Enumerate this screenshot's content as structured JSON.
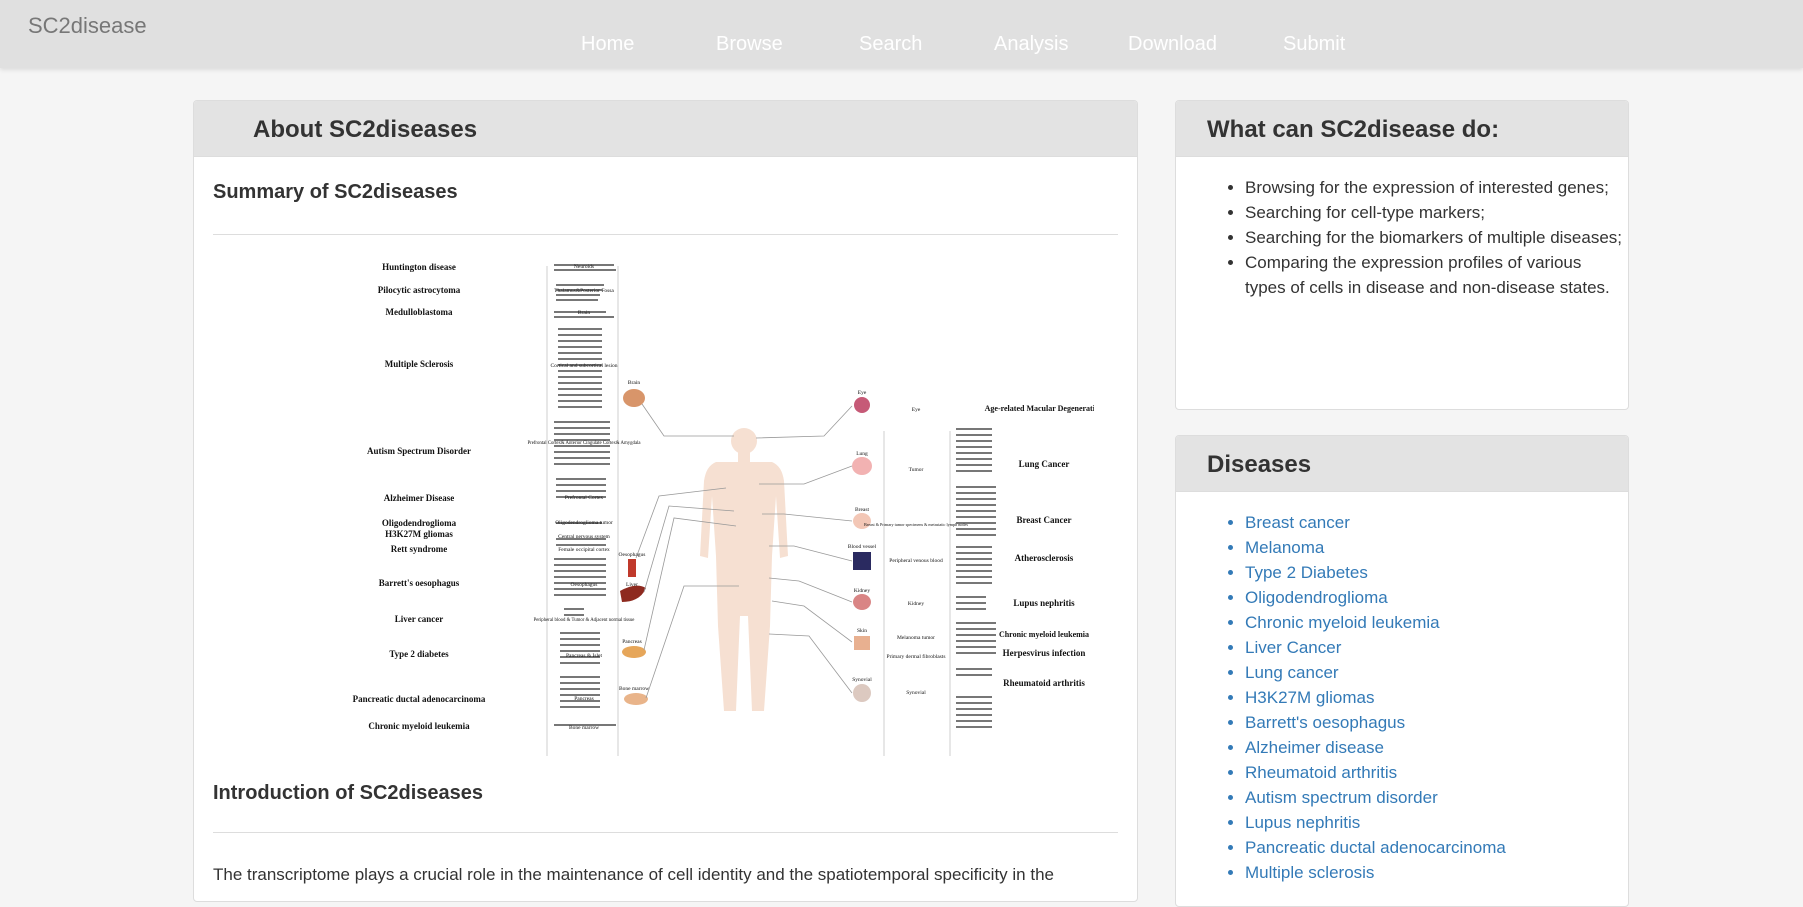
{
  "brand": "SC2disease",
  "nav": [
    "Home",
    "Browse",
    "Search",
    "Analysis",
    "Download",
    "Submit"
  ],
  "about": {
    "heading": "About SC2diseases",
    "summary_title": "Summary of SC2diseases",
    "intro_title": "Introduction of SC2diseases",
    "intro_text": "The transcriptome plays a crucial role in the maintenance of cell identity and the spatiotemporal specificity in the"
  },
  "figure": {
    "left_diseases": [
      "Huntington disease",
      "Pilocytic astrocytoma",
      "Medulloblastoma",
      "Multiple Sclerosis",
      "Autism Spectrum Disorder",
      "Alzheimer Disease",
      "Oligodendroglioma",
      "H3K27M gliomas",
      "Rett syndrome",
      "Barrett's oesophagus",
      "Liver cancer",
      "Type 2 diabetes",
      "Pancreatic ductal adenocarcinoma",
      "Chronic myeloid leukemia"
    ],
    "left_tissues": [
      "Neuroids",
      "Thalamus&Posterior Fossa",
      "Brain",
      "Cortical and subcortical lesion",
      "Prefrontal Cortex& Anterior Cingulate Cortex& Amygdala",
      "Prefrontal Cortex",
      "Oligodendroglioma tumor",
      "Central nervous system",
      "Female occipital cortex",
      "Oesophagus",
      "Peripheral blood & Tumor & Adjacent normal tissue",
      "Pancreas & Islet",
      "Pancreas",
      "Bone marrow"
    ],
    "left_organs": [
      "Brain",
      "Oesophagus",
      "Liver",
      "Pancreas",
      "Bone marrow"
    ],
    "right_organs": [
      "Eye",
      "Lung",
      "Breast",
      "Blood vessel",
      "Kidney",
      "Skin",
      "Synovial"
    ],
    "right_tissues": [
      "Eye",
      "Tumor",
      "Breast & Primary tumor specimens & metastatic lymph nodes",
      "Peripheral venous blood",
      "Kidney",
      "Melanoma tumor",
      "Primary dermal fibroblasts",
      "Synovial"
    ],
    "right_diseases": [
      "Age-related Macular Degeneration",
      "Lung Cancer",
      "Breast Cancer",
      "Atherosclerosis",
      "Lupus nephritis",
      "Chronic myeloid leukemia",
      "Herpesvirus infection",
      "Rheumatoid arthritis"
    ]
  },
  "whatcan": {
    "heading": "What can SC2disease do:",
    "items": [
      "Browsing for the expression of interested genes;",
      "Searching for cell-type markers;",
      "Searching for the biomarkers of multiple diseases;",
      "Comparing the expression profiles of various types of cells in disease and non-disease states."
    ]
  },
  "diseases": {
    "heading": "Diseases",
    "items": [
      "Breast cancer",
      "Melanoma",
      "Type 2 Diabetes",
      "Oligodendroglioma",
      "Chronic myeloid leukemia",
      "Liver Cancer",
      "Lung cancer",
      "H3K27M gliomas",
      "Barrett's oesophagus",
      "Alzheimer disease",
      "Rheumatoid arthritis",
      "Autism spectrum disorder",
      "Lupus nephritis",
      "Pancreatic ductal adenocarcinoma",
      "Multiple sclerosis"
    ]
  },
  "colors": {
    "link": "#337ab7",
    "navbar": "#e0e0e0",
    "panel_heading": "#e3e3e3",
    "body_figure": "#f6e0d2"
  }
}
